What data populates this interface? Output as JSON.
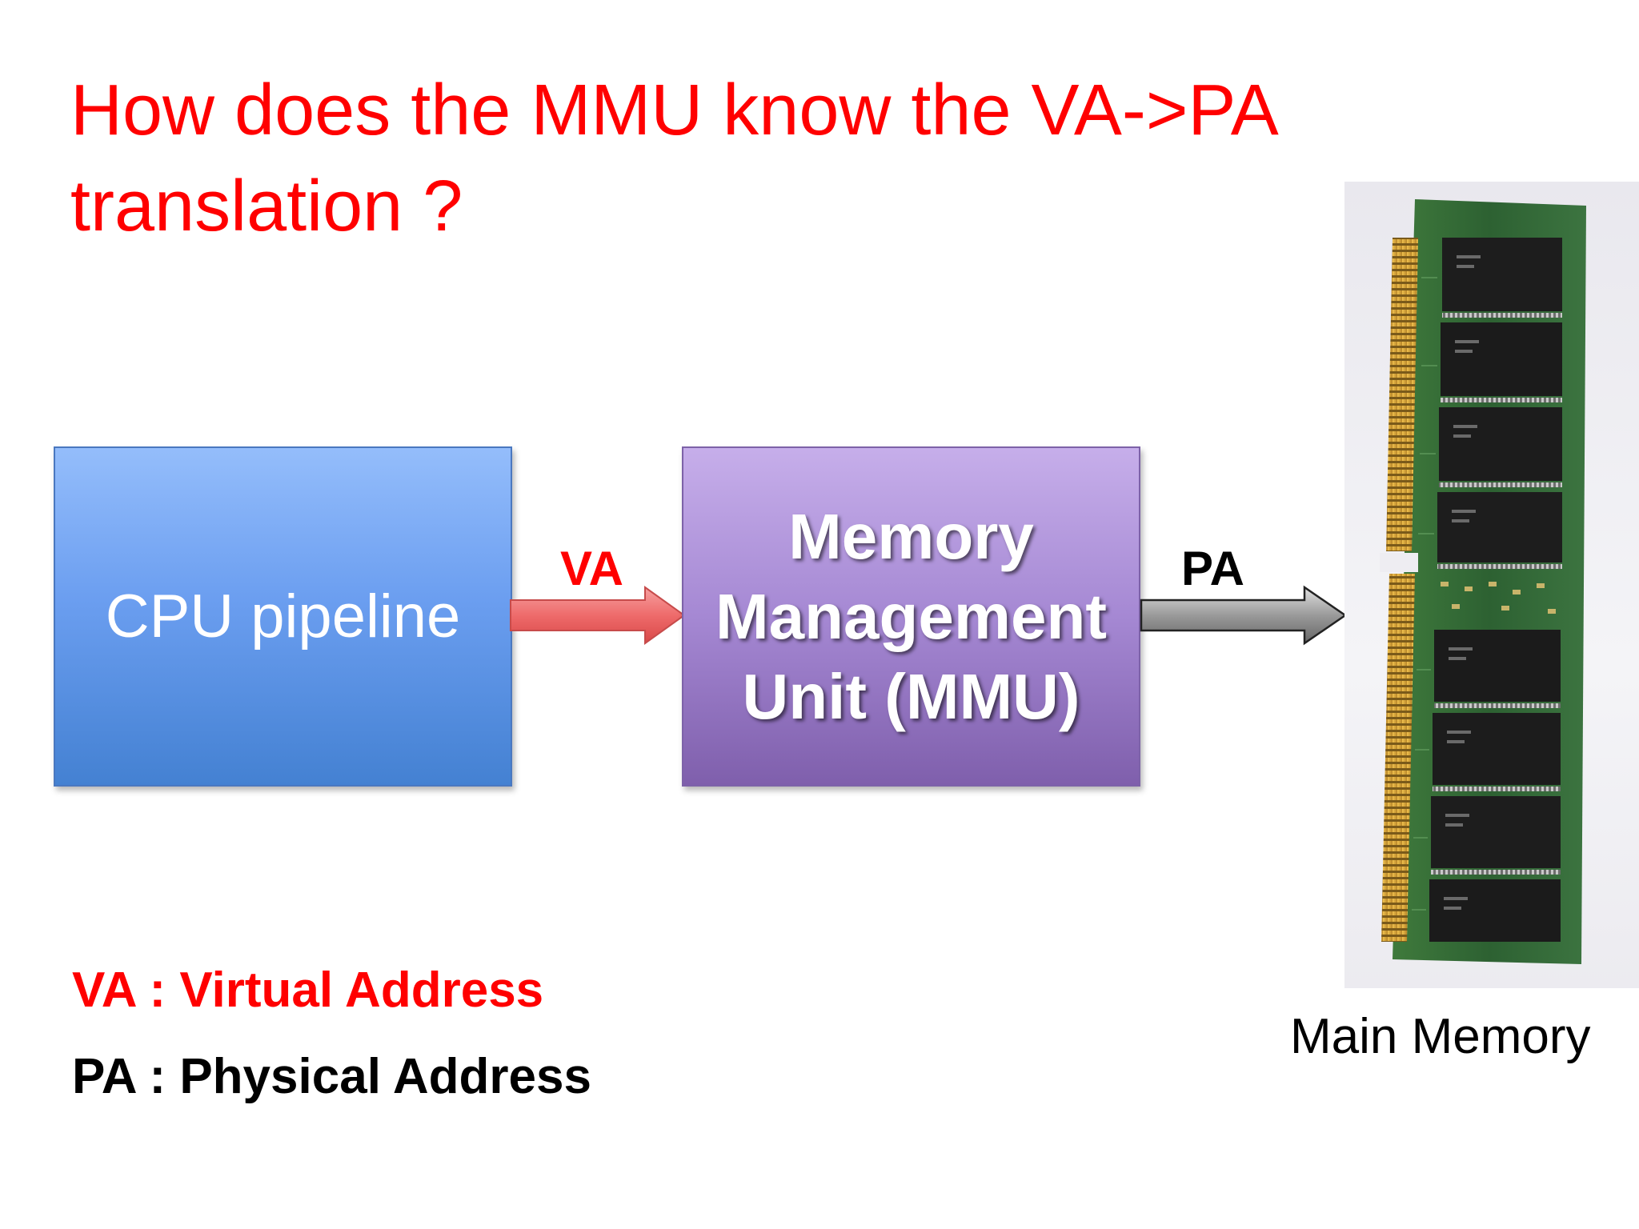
{
  "slide": {
    "title": "How does the MMU know the VA->PA translation ?"
  },
  "diagram": {
    "cpu_box": {
      "label": "CPU pipeline"
    },
    "mmu_box": {
      "label": "Memory Management Unit (MMU)"
    },
    "va_arrow": {
      "label": "VA",
      "color": "#e85a5a"
    },
    "pa_arrow": {
      "label": "PA",
      "color": "#7a7a7a"
    },
    "main_memory": {
      "caption": "Main Memory"
    }
  },
  "legend": {
    "va": "VA : Virtual Address",
    "pa": "PA : Physical Address"
  },
  "colors": {
    "title": "#ff0000",
    "cpu_box": "#4a86d8",
    "mmu_box": "#9370c8",
    "pcb_green": "#2e6b3a",
    "chip_black": "#1c1c1c",
    "gold_contacts": "#d9a233"
  }
}
